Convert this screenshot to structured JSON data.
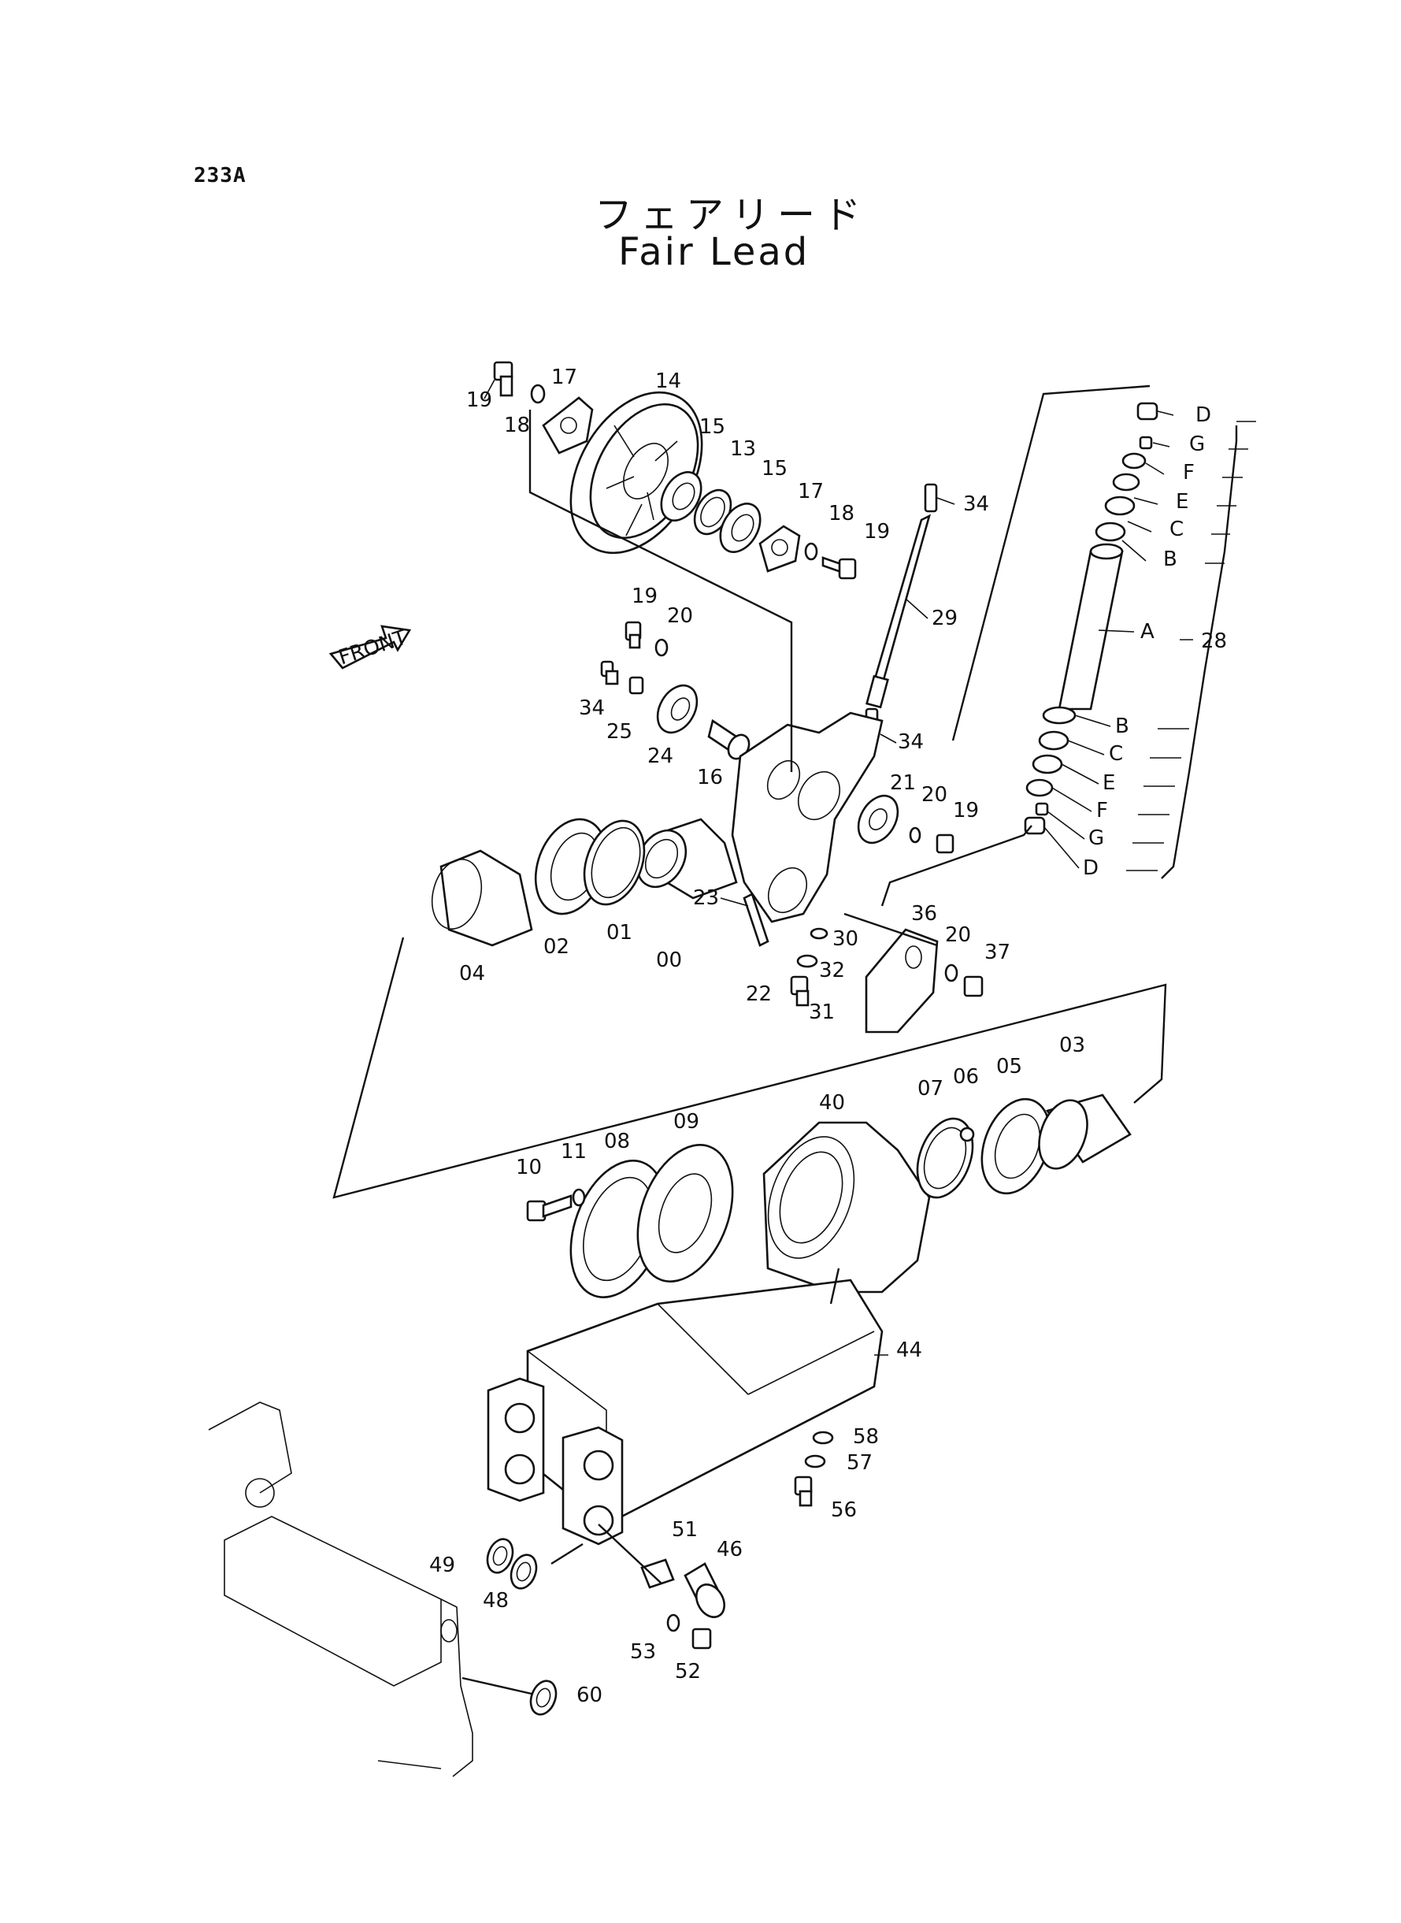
{
  "page": {
    "code": "233A",
    "title_jp": "フェアリード",
    "title_en": "Fair Lead"
  },
  "front_arrow": {
    "label": "FRONT"
  },
  "callouts": [
    {
      "id": "c19a",
      "text": "19"
    },
    {
      "id": "c18a",
      "text": "18"
    },
    {
      "id": "c17a",
      "text": "17"
    },
    {
      "id": "c14",
      "text": "14"
    },
    {
      "id": "c15a",
      "text": "15"
    },
    {
      "id": "c13",
      "text": "13"
    },
    {
      "id": "c15b",
      "text": "15"
    },
    {
      "id": "c17b",
      "text": "17"
    },
    {
      "id": "c18b",
      "text": "18"
    },
    {
      "id": "c19b",
      "text": "19"
    },
    {
      "id": "c34a",
      "text": "34"
    },
    {
      "id": "c29",
      "text": "29"
    },
    {
      "id": "c19c",
      "text": "19"
    },
    {
      "id": "c20a",
      "text": "20"
    },
    {
      "id": "c34b",
      "text": "34"
    },
    {
      "id": "c25",
      "text": "25"
    },
    {
      "id": "c24",
      "text": "24"
    },
    {
      "id": "c16",
      "text": "16"
    },
    {
      "id": "c34c",
      "text": "34"
    },
    {
      "id": "c21",
      "text": "21"
    },
    {
      "id": "c20b",
      "text": "20"
    },
    {
      "id": "c19d",
      "text": "19"
    },
    {
      "id": "c04",
      "text": "04"
    },
    {
      "id": "c02",
      "text": "02"
    },
    {
      "id": "c01",
      "text": "01"
    },
    {
      "id": "c00",
      "text": "00"
    },
    {
      "id": "c23",
      "text": "23"
    },
    {
      "id": "c22",
      "text": "22"
    },
    {
      "id": "c30",
      "text": "30"
    },
    {
      "id": "c32",
      "text": "32"
    },
    {
      "id": "c31",
      "text": "31"
    },
    {
      "id": "c36",
      "text": "36"
    },
    {
      "id": "c20c",
      "text": "20"
    },
    {
      "id": "c37",
      "text": "37"
    },
    {
      "id": "c03",
      "text": "03"
    },
    {
      "id": "c05",
      "text": "05"
    },
    {
      "id": "c06",
      "text": "06"
    },
    {
      "id": "c07",
      "text": "07"
    },
    {
      "id": "c40",
      "text": "40"
    },
    {
      "id": "c09",
      "text": "09"
    },
    {
      "id": "c08",
      "text": "08"
    },
    {
      "id": "c11",
      "text": "11"
    },
    {
      "id": "c10",
      "text": "10"
    },
    {
      "id": "c44",
      "text": "44"
    },
    {
      "id": "c58",
      "text": "58"
    },
    {
      "id": "c57",
      "text": "57"
    },
    {
      "id": "c56",
      "text": "56"
    },
    {
      "id": "c51",
      "text": "51"
    },
    {
      "id": "c46",
      "text": "46"
    },
    {
      "id": "c49",
      "text": "49"
    },
    {
      "id": "c48",
      "text": "48"
    },
    {
      "id": "c53",
      "text": "53"
    },
    {
      "id": "c52",
      "text": "52"
    },
    {
      "id": "c60",
      "text": "60"
    },
    {
      "id": "cD1",
      "text": "D"
    },
    {
      "id": "cG1",
      "text": "G"
    },
    {
      "id": "cF1",
      "text": "F"
    },
    {
      "id": "cE1",
      "text": "E"
    },
    {
      "id": "cC1",
      "text": "C"
    },
    {
      "id": "cB1",
      "text": "B"
    },
    {
      "id": "cA",
      "text": "A"
    },
    {
      "id": "c28",
      "text": "28"
    },
    {
      "id": "cB2",
      "text": "B"
    },
    {
      "id": "cC2",
      "text": "C"
    },
    {
      "id": "cE2",
      "text": "E"
    },
    {
      "id": "cF2",
      "text": "F"
    },
    {
      "id": "cG2",
      "text": "G"
    },
    {
      "id": "cD2",
      "text": "D"
    }
  ]
}
